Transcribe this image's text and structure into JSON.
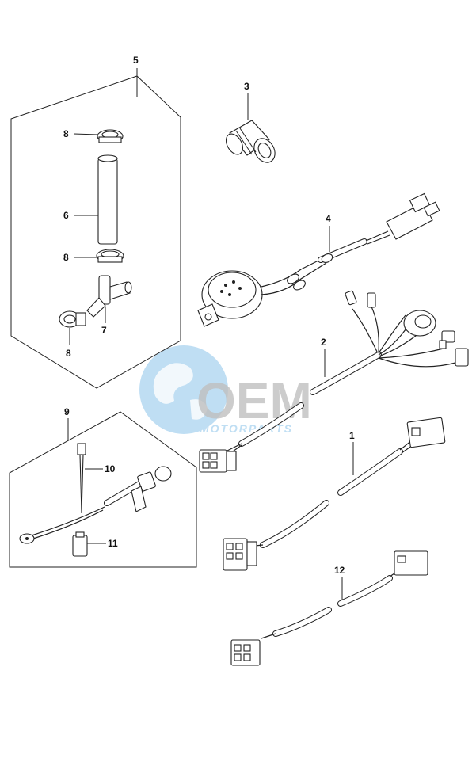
{
  "callouts": {
    "c1": "1",
    "c2": "2",
    "c3": "3",
    "c4": "4",
    "c5": "5",
    "c6": "6",
    "c7": "7",
    "c8a": "8",
    "c8b": "8",
    "c8c": "8",
    "c9": "9",
    "c10": "10",
    "c11": "11",
    "c12": "12"
  },
  "watermark": {
    "brand": "OEM",
    "sub": "MOTORPARTS",
    "color": "#4aa3df"
  }
}
